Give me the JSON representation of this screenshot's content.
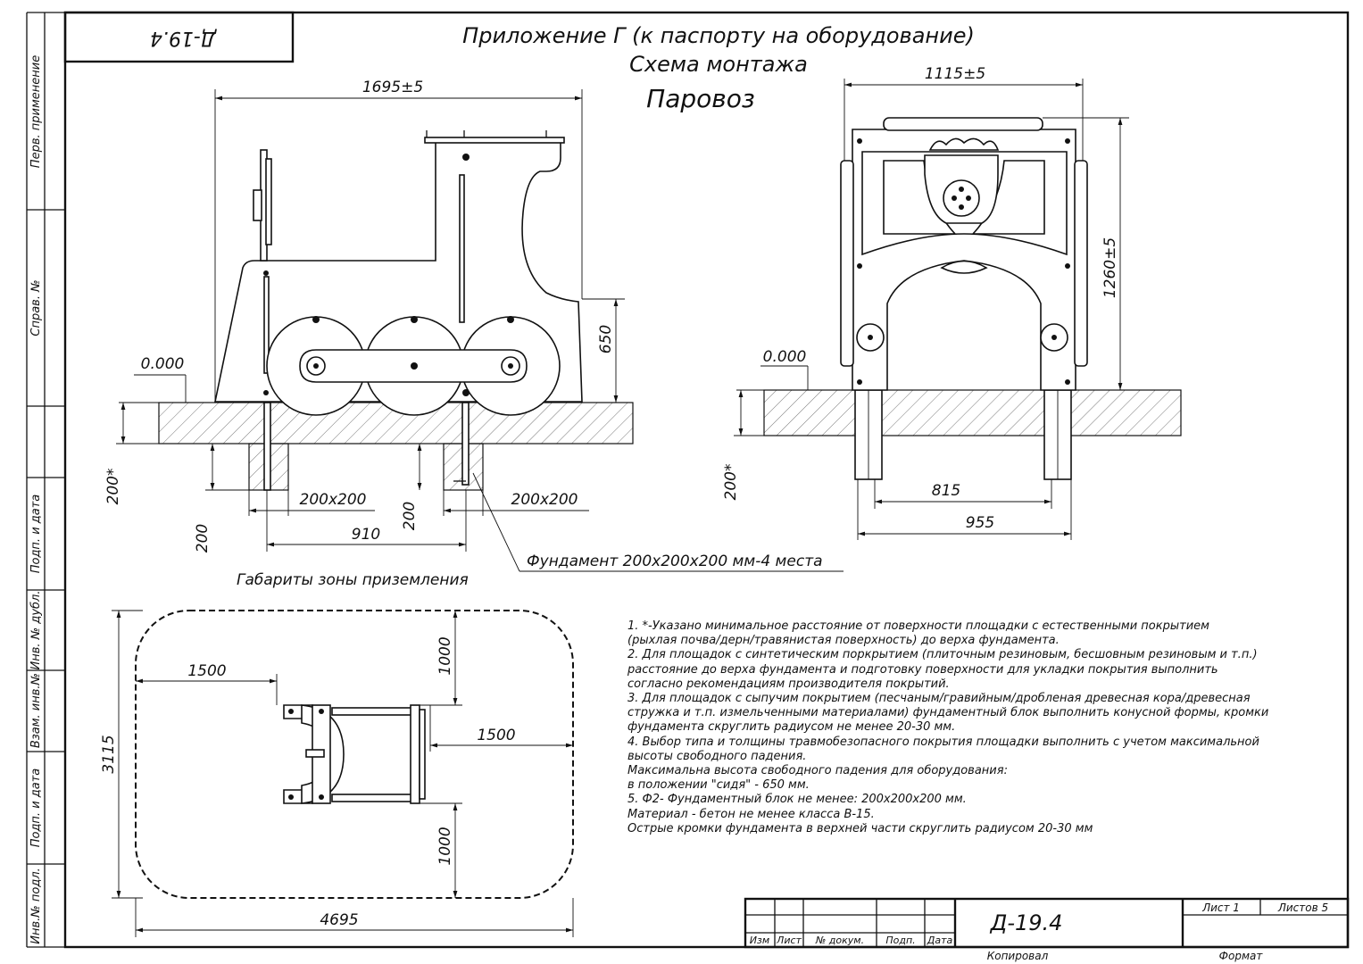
{
  "title": {
    "appendix": "Приложение Г (к паспорту на оборудование)",
    "scheme": "Схема монтажа",
    "product": "Паровоз"
  },
  "stamp_top": "Д-19.4",
  "side_labels": [
    "Перв. применение",
    "Справ. №",
    "Подп. и дата",
    "Инв. № дубл.",
    "Взам. инв.№",
    "Подп. и дата",
    "Инв.№ подл."
  ],
  "side_view": {
    "width_dim": "1695±5",
    "height_dim": "650",
    "level": "0.000",
    "depth_min": "200*",
    "foundation_depth": "200",
    "foundation_depth_2": "200",
    "foundation_size_left": "200x200",
    "foundation_size_right": "200x200",
    "pitch": "910",
    "foundation_note": "Фундамент 200x200x200 мм-4 места"
  },
  "front_view": {
    "width_dim": "1115±5",
    "height_dim": "1260±5",
    "level": "0.000",
    "depth_min": "200*",
    "inner_width": "815",
    "outer_width": "955"
  },
  "zone": {
    "caption": "Габариты зоны приземления",
    "left_offset": "1500",
    "right_offset": "1500",
    "top_offset": "1000",
    "bottom_offset": "1000",
    "overall_length": "4695",
    "overall_width": "3115"
  },
  "notes": [
    "1. *-Указано минимальное расстояние от поверхности площадки с естественными покрытием",
    "(рыхлая почва/дерн/травянистая поверхность) до верха фундамента.",
    "2. Для площадок с синтетическим поркрытием (плиточным резиновым, бесшовным резиновым и т.п.)",
    "расстояние до верха фундамента и подготовку поверхности для укладки покрытия выполнить",
    "согласно рекомендациям производителя покрытий.",
    "3. Для площадок с сыпучим покрытием (песчаным/гравийным/дробленая древесная кора/древесная",
    "стружка и т.п. измельченными материалами) фундаментный блок выполнить конусной формы, кромки",
    "фундамента скруглить радиусом не менее 20-30 мм.",
    "4. Выбор типа и толщины травмобезопасного покрытия площадки выполнить с учетом максимальной",
    "высоты свободного падения.",
    "Максимальна высота свободного падения для оборудования:",
    " в положении \"сидя\" - 650 мм.",
    "5. Ф2- Фундаментный блок не менее: 200x200x200 мм.",
    "Материал - бетон не менее класса В-15.",
    "Острые кромки фундамента в верхней части скруглить радиусом 20-30 мм"
  ],
  "stamp": {
    "designation": "Д-19.4",
    "cols": [
      "Изм",
      "Лист",
      "№ докум.",
      "Подп.",
      "Дата"
    ],
    "sheet": "Лист 1",
    "sheets": "Листов 5",
    "copied": "Копировал",
    "format": "Формат"
  }
}
